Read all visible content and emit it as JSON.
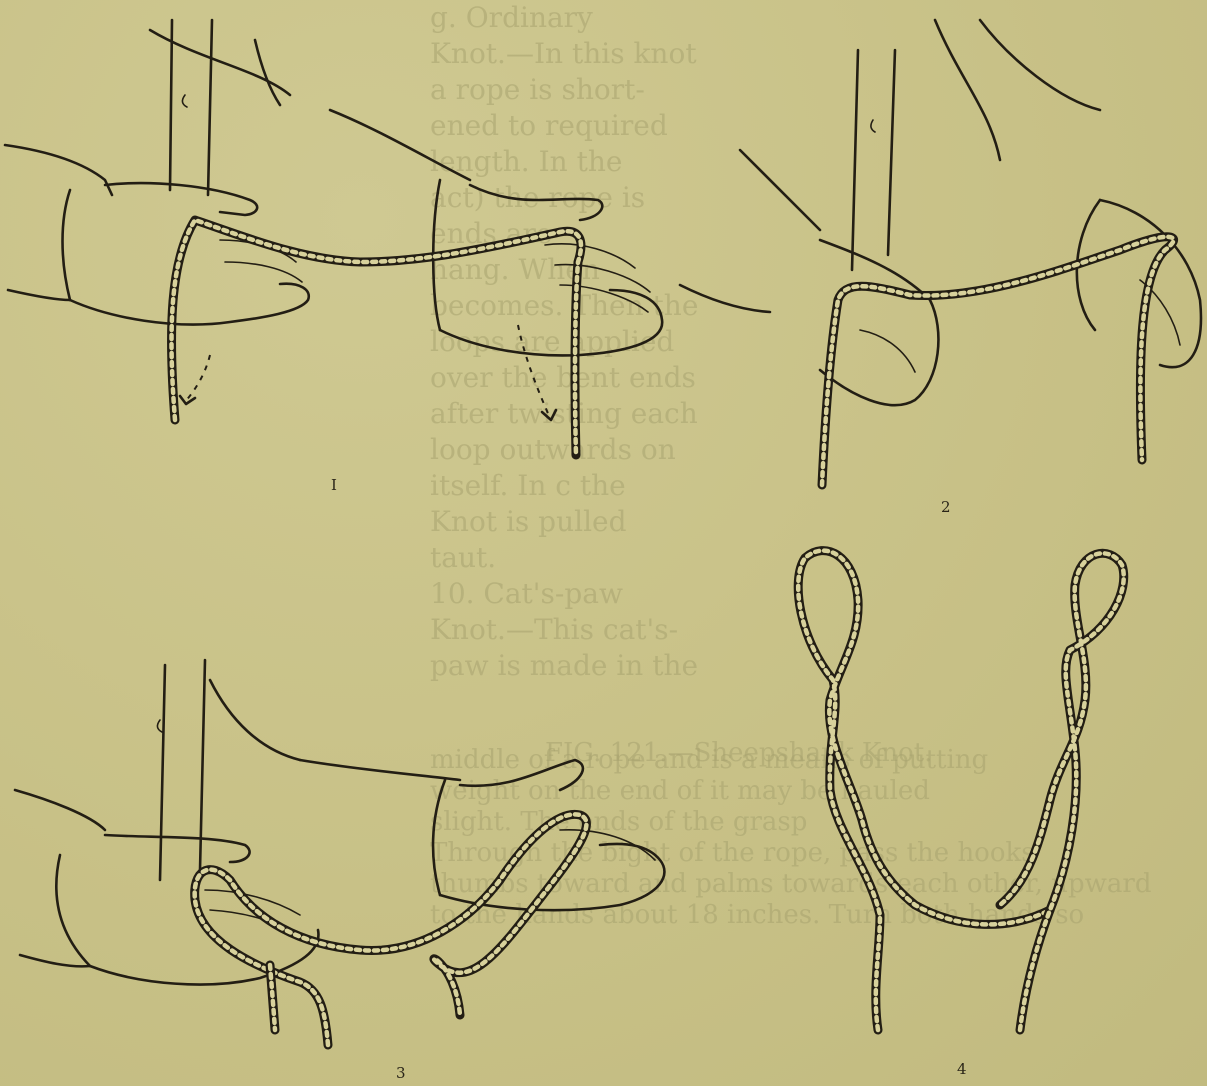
{
  "figure": {
    "panels": [
      {
        "id": "1",
        "label": "I"
      },
      {
        "id": "2",
        "label": "2"
      },
      {
        "id": "3",
        "label": "3"
      },
      {
        "id": "4",
        "label": "4"
      }
    ]
  },
  "show_through": {
    "column_lines": [
      "g. Ordinary",
      "Knot.—In this knot",
      "a rope is short-",
      "ened to required",
      "length. In the",
      "act) the rope is",
      "ends are",
      "hang. When",
      "becomes. Then the",
      "loops are applied",
      "over the bent ends",
      "after twisting each",
      "loop outwards on",
      "itself. In c the",
      "Knot is pulled",
      "taut.",
      "10. Cat's-paw",
      "Knot.—This cat's-",
      "paw is made in the"
    ],
    "caption": "FIG. 121.—Sheepshank Knot.",
    "body_lines": [
      "middle of a rope and is a means of putting",
      "weight on the end of it may be hauled",
      "slight. The ends of the grasp",
      "Through the bight of the rope, pass the hooks",
      "thumbs toward and palms towards each other, upward",
      "to the hands about 18 inches. Turn both hands so"
    ]
  }
}
